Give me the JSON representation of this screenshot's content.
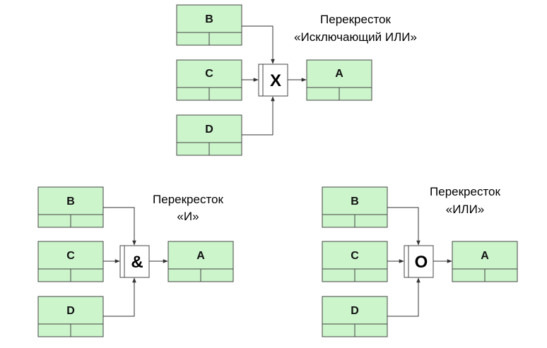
{
  "colors": {
    "box_fill": "#ccf5cc",
    "stroke": "#444444",
    "gate_fill": "#ffffff"
  },
  "diagrams": [
    {
      "id": "xor",
      "caption_line1": "Перекресток",
      "caption_line2": "«Исключающий ИЛИ»",
      "gate_symbol": "X",
      "inputs": [
        "B",
        "C",
        "D"
      ],
      "output": "A"
    },
    {
      "id": "and",
      "caption_line1": "Перекресток",
      "caption_line2": "«И»",
      "gate_symbol": "&",
      "inputs": [
        "B",
        "C",
        "D"
      ],
      "output": "A"
    },
    {
      "id": "or",
      "caption_line1": "Перекресток",
      "caption_line2": "«ИЛИ»",
      "gate_symbol": "O",
      "inputs": [
        "B",
        "C",
        "D"
      ],
      "output": "A"
    }
  ]
}
